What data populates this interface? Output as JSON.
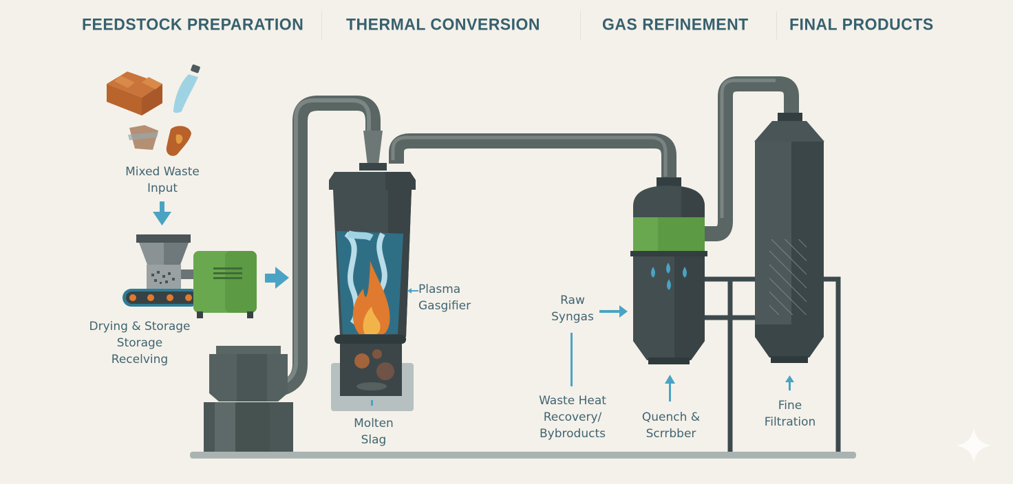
{
  "headers": [
    {
      "label": "FEEDSTOCK PREPARATION"
    },
    {
      "label": "THERMAL CONVERSION"
    },
    {
      "label": "GAS REFINEMENT"
    },
    {
      "label": "FINAL PRODUCTS"
    }
  ],
  "labels": {
    "mixed_waste": [
      "Mixed Waste",
      "Input"
    ],
    "drying": [
      "Drying & Storage",
      "Storage",
      "Recelving"
    ],
    "plasma": [
      "Plasma",
      "Gasgifier"
    ],
    "slag": [
      "Molten",
      "Slag"
    ],
    "raw_syngas": [
      "Raw",
      "Syngas"
    ],
    "waste_heat": [
      "Waste Heat",
      "Recovery/",
      "Bybroducts"
    ],
    "quench": [
      "Quench &",
      "Scrrbber"
    ],
    "fine_filtration": [
      "Fine",
      "Filtration"
    ]
  },
  "colors": {
    "background": "#f4f1ea",
    "header_text": "#36606e",
    "label_text": "#3f6470",
    "arrow": "#4aa3c4",
    "equipment_dark": "#3d4a4d",
    "equipment_mid": "#55625f",
    "pipe": "#5a6664",
    "accent_green": "#6aa84f",
    "flame_orange": "#e07a2e",
    "ground": "#a9b4b2"
  }
}
